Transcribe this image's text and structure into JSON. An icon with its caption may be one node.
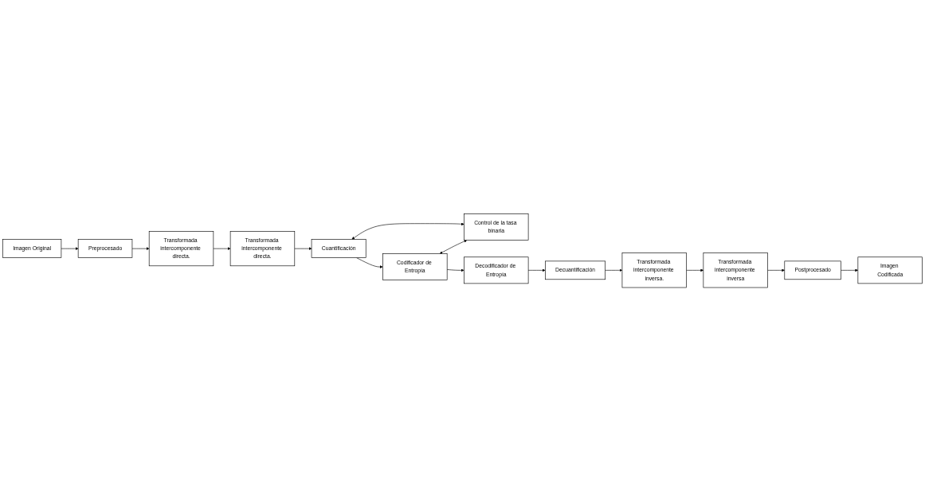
{
  "diagram": {
    "nodes": [
      {
        "text": [
          "Imagen Original"
        ]
      },
      {
        "text": [
          "Control de la tasa binaria"
        ]
      },
      {
        "text": [
          "Preprocesado"
        ]
      },
      {
        "text": [
          "Transformada intercomponente directa."
        ]
      },
      {
        "text": [
          "Transformada intercomponente directa."
        ]
      },
      {
        "text": [
          "Cuantificación"
        ]
      },
      {
        "text": [
          "Codificador de Entropía"
        ]
      },
      {
        "text": [
          "Postprocesado"
        ]
      },
      {
        "text": [
          "Transformada intercomponente inversa"
        ]
      },
      {
        "text": [
          "Transformada intercomponente inversa."
        ]
      },
      {
        "text": [
          "Decuantificación"
        ]
      },
      {
        "text": [
          "Decodificador de Entropía"
        ]
      },
      {
        "text": [
          "Imagen Codificada"
        ]
      }
    ],
    "edges": [
      {
        "from": 0,
        "to": 2,
        "arrow": "to"
      },
      {
        "from": 2,
        "to": 3,
        "arrow": "to"
      },
      {
        "from": 3,
        "to": 4,
        "arrow": "to"
      },
      {
        "from": 4,
        "to": 5,
        "arrow": "to"
      },
      {
        "from": 5,
        "to": 1,
        "arrow": "both"
      },
      {
        "from": 6,
        "to": 1,
        "arrow": "both"
      },
      {
        "from": 5,
        "to": 6,
        "arrow": "to"
      },
      {
        "from": 6,
        "to": 11,
        "arrow": "to"
      },
      {
        "from": 11,
        "to": 10,
        "arrow": "to"
      },
      {
        "from": 10,
        "to": 9,
        "arrow": "to"
      },
      {
        "from": 9,
        "to": 8,
        "arrow": "to"
      },
      {
        "from": 8,
        "to": 7,
        "arrow": "to"
      },
      {
        "from": 7,
        "to": 12,
        "arrow": "to"
      }
    ]
  }
}
